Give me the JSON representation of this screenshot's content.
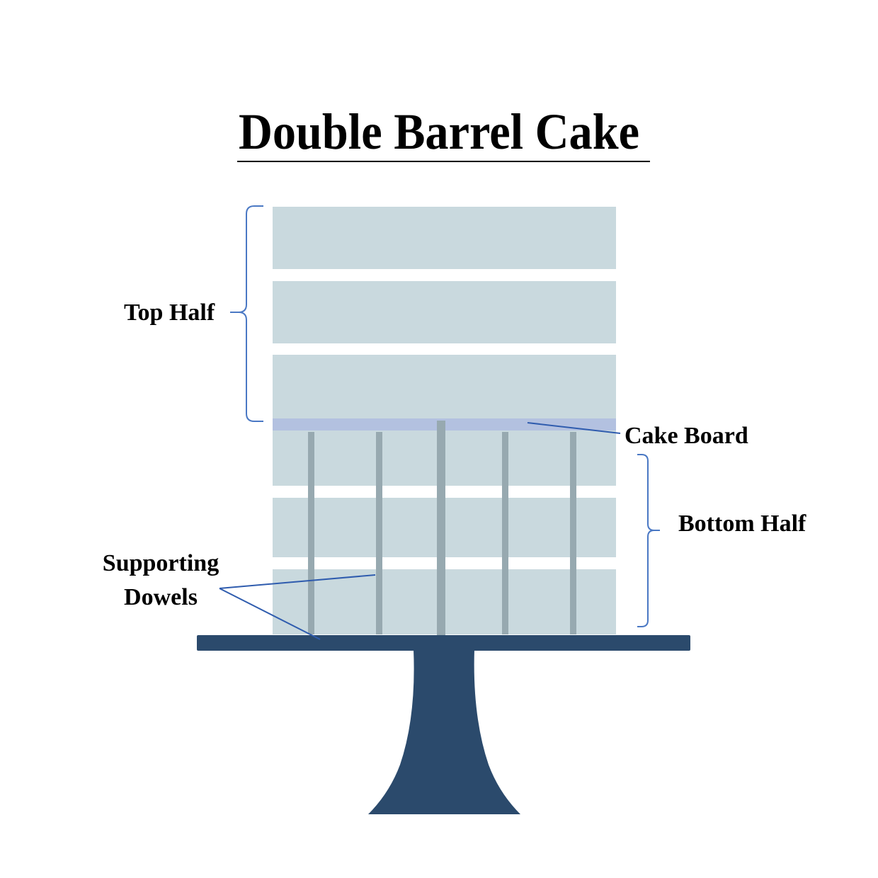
{
  "title": "Double Barrel Cake",
  "labels": {
    "top_half": "Top Half",
    "cake_board": "Cake Board",
    "bottom_half": "Bottom Half",
    "supporting_dowels_line1": "Supporting",
    "supporting_dowels_line2": "Dowels"
  },
  "colors": {
    "cake_layer": "#c9d9de",
    "cake_board": "#b3c1e0",
    "dowel": "#97a9b0",
    "stand": "#2b4a6c",
    "bracket": "#4a78c4",
    "pointer_line": "#2f5cae",
    "text": "#000000"
  }
}
